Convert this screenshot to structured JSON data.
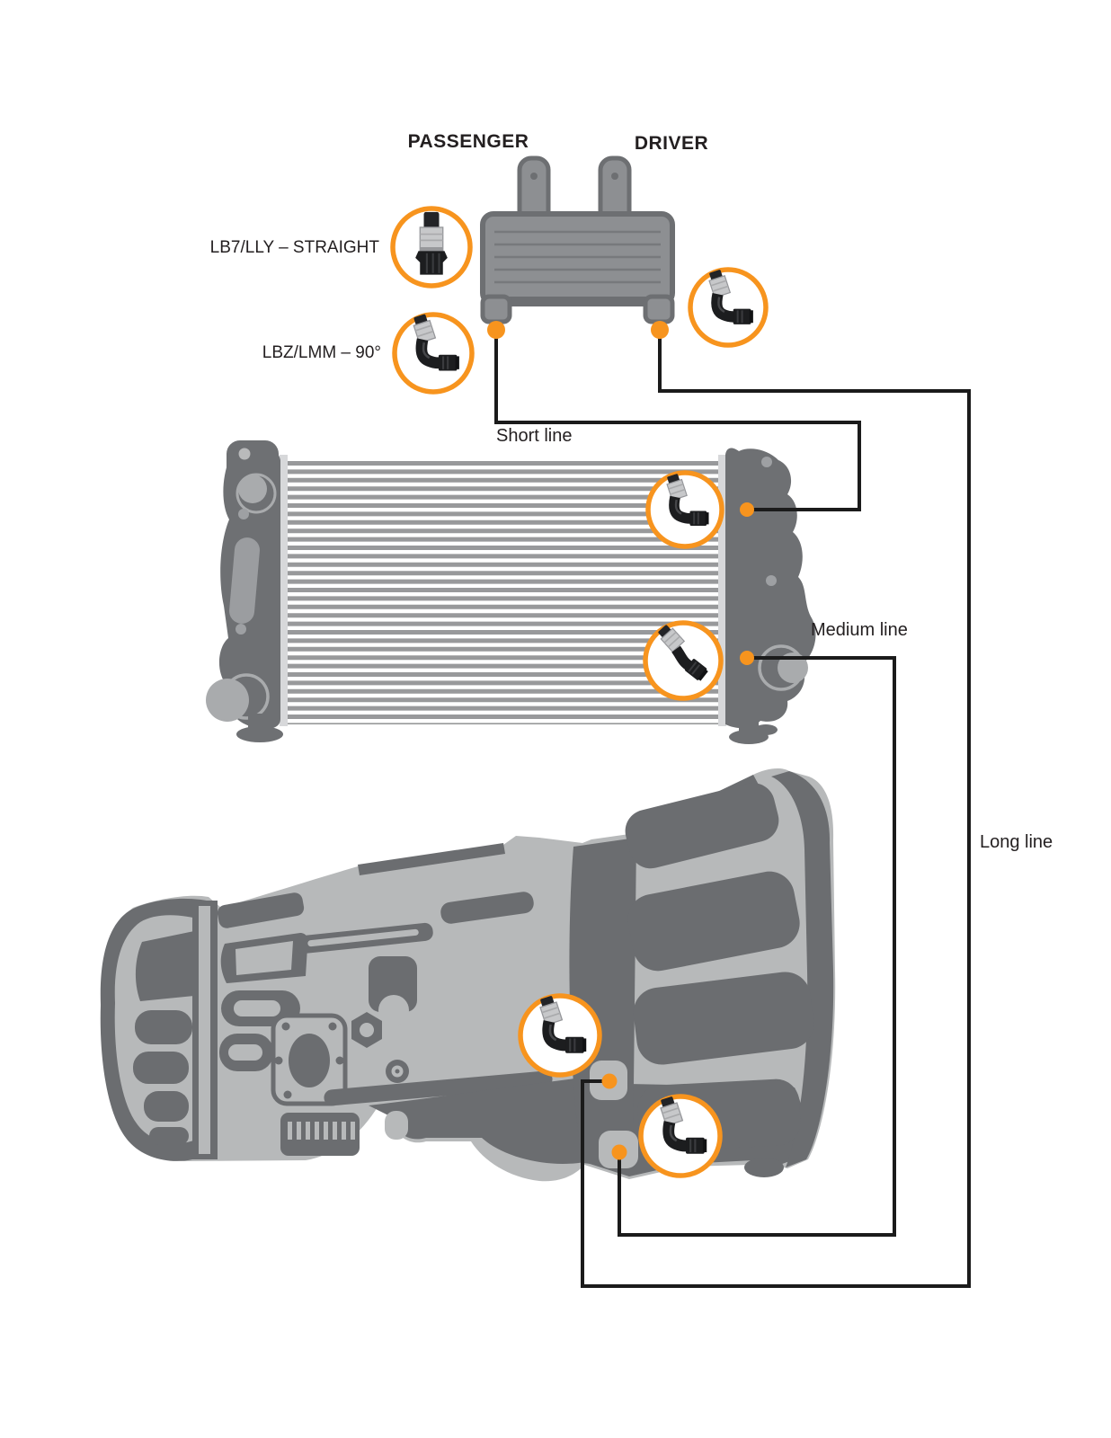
{
  "labels": {
    "passenger": "PASSENGER",
    "driver": "DRIVER",
    "fitting_straight": "LB7/LLY – STRAIGHT",
    "fitting_90": "LBZ/LMM – 90°",
    "short_line": "Short line",
    "medium_line": "Medium line",
    "long_line": "Long line"
  },
  "colors": {
    "accent_orange": "#F7941E",
    "dark_gray": "#6B6D70",
    "light_gray": "#B7B9BA",
    "cooler_gray": "#8D8F92",
    "fin_gray": "#98999B",
    "separator_gray": "#D7D8DA",
    "line_black": "#1B1B1B",
    "text_black": "#231F20",
    "fitting_silver": "#C7C8CA",
    "fitting_black": "#1C1D1F"
  },
  "components": [
    {
      "name": "transmission-cooler",
      "ports": [
        "passenger",
        "driver"
      ]
    },
    {
      "name": "radiator-intercooler",
      "ports": [
        "upper",
        "lower"
      ]
    },
    {
      "name": "transmission",
      "ports": [
        "upper",
        "lower"
      ]
    }
  ],
  "fittings": [
    {
      "icon": "straight-fitting-icon",
      "label_ref": "LB7/LLY – STRAIGHT"
    },
    {
      "icon": "90-degree-fitting-icon",
      "label_ref": "LBZ/LMM – 90°"
    },
    {
      "icon": "45-degree-fitting-icon",
      "label_ref": ""
    }
  ],
  "connections": [
    {
      "label": "Short line",
      "from": "cooler passenger port",
      "to": "radiator upper port"
    },
    {
      "label": "Medium line",
      "from": "radiator lower port",
      "to": "transmission lower port"
    },
    {
      "label": "Long line",
      "from": "cooler driver port",
      "to": "transmission upper port"
    }
  ]
}
